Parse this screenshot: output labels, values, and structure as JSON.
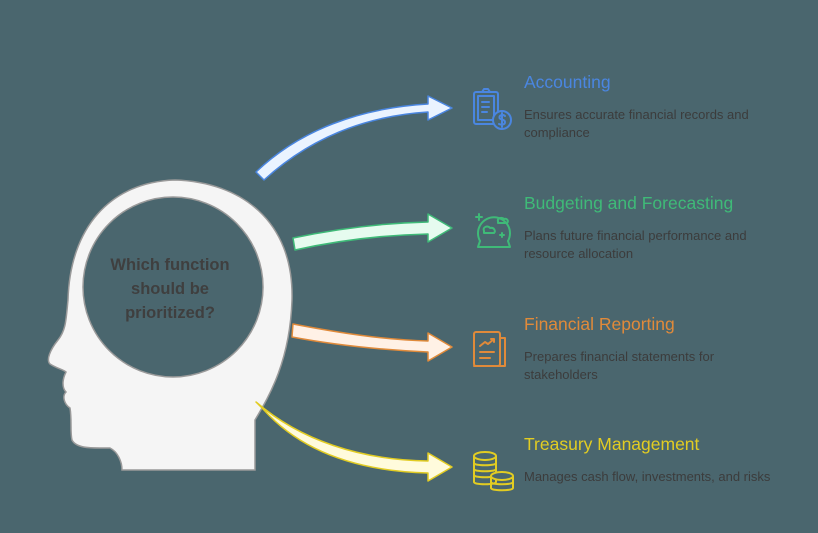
{
  "diagram": {
    "central_question": "Which function should be prioritized?",
    "background_color": "#4a666e",
    "head_fill": "#f5f5f5",
    "items": [
      {
        "title": "Accounting",
        "description": "Ensures accurate financial records and compliance",
        "icon": "clipboard-dollar-icon",
        "color": "#4a86e0",
        "arrow_fill": "#eaf3ff"
      },
      {
        "title": "Budgeting and Forecasting",
        "description": "Plans future financial performance and resource allocation",
        "icon": "crystal-ball-icon",
        "color": "#3fba78",
        "arrow_fill": "#e6fbef"
      },
      {
        "title": "Financial Reporting",
        "description": "Prepares financial statements for stakeholders",
        "icon": "report-chart-icon",
        "color": "#e08a3a",
        "arrow_fill": "#fff1e6"
      },
      {
        "title": "Treasury Management",
        "description": "Manages cash flow, investments, and risks",
        "icon": "coin-stack-icon",
        "color": "#e2cc22",
        "arrow_fill": "#fffbdc"
      }
    ]
  }
}
